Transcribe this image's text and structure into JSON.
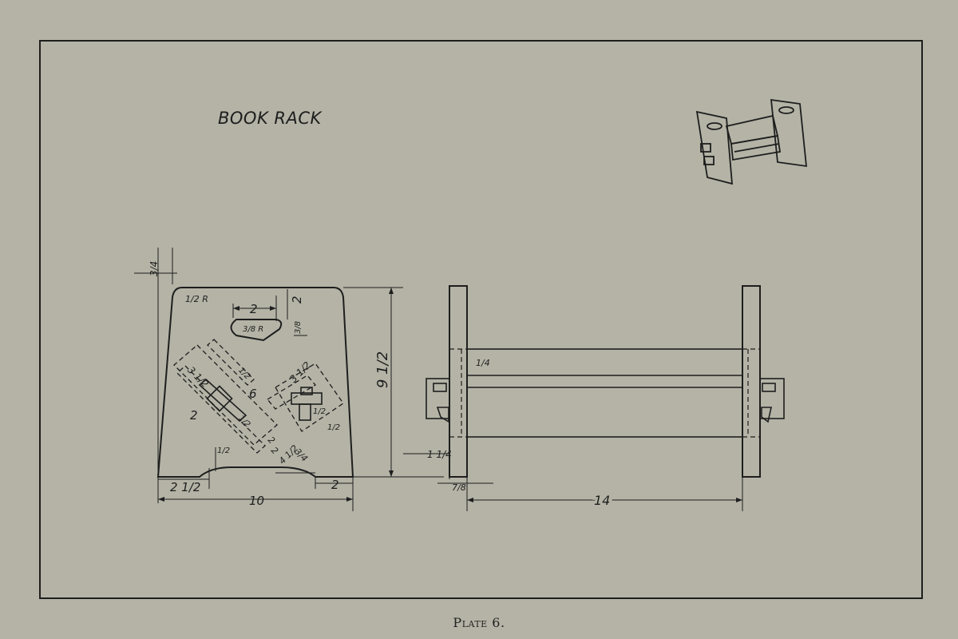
{
  "title": "BOOK RACK",
  "caption": "Plate 6.",
  "dimensions": {
    "top_margin": "3/4",
    "corner_radius": "1/2 R",
    "slot_length": "2",
    "slot_height": "2",
    "slot_radius": "3/8 R",
    "slot_offset": "3/8",
    "mortise_a": "3 1/2",
    "mortise_b": "3 1/2",
    "mortise_diag": "6",
    "mortise_2a": "2",
    "mortise_2b": "2",
    "mortise_half_a": "1/2",
    "mortise_half_b": "1/2",
    "mortise_half_c": "1/2",
    "mortise_half_d": "1/2",
    "lower_2": "2",
    "lower_4half": "4 1/2",
    "lower_3_4": "3/4",
    "foot_half": "1/2",
    "height": "9 1/2",
    "left_foot": "2 1/2",
    "width": "10",
    "right_foot": "2",
    "shelf_quarter": "1/4",
    "tenon_offset": "1 1/4",
    "thickness": "7/8",
    "length": "14"
  }
}
